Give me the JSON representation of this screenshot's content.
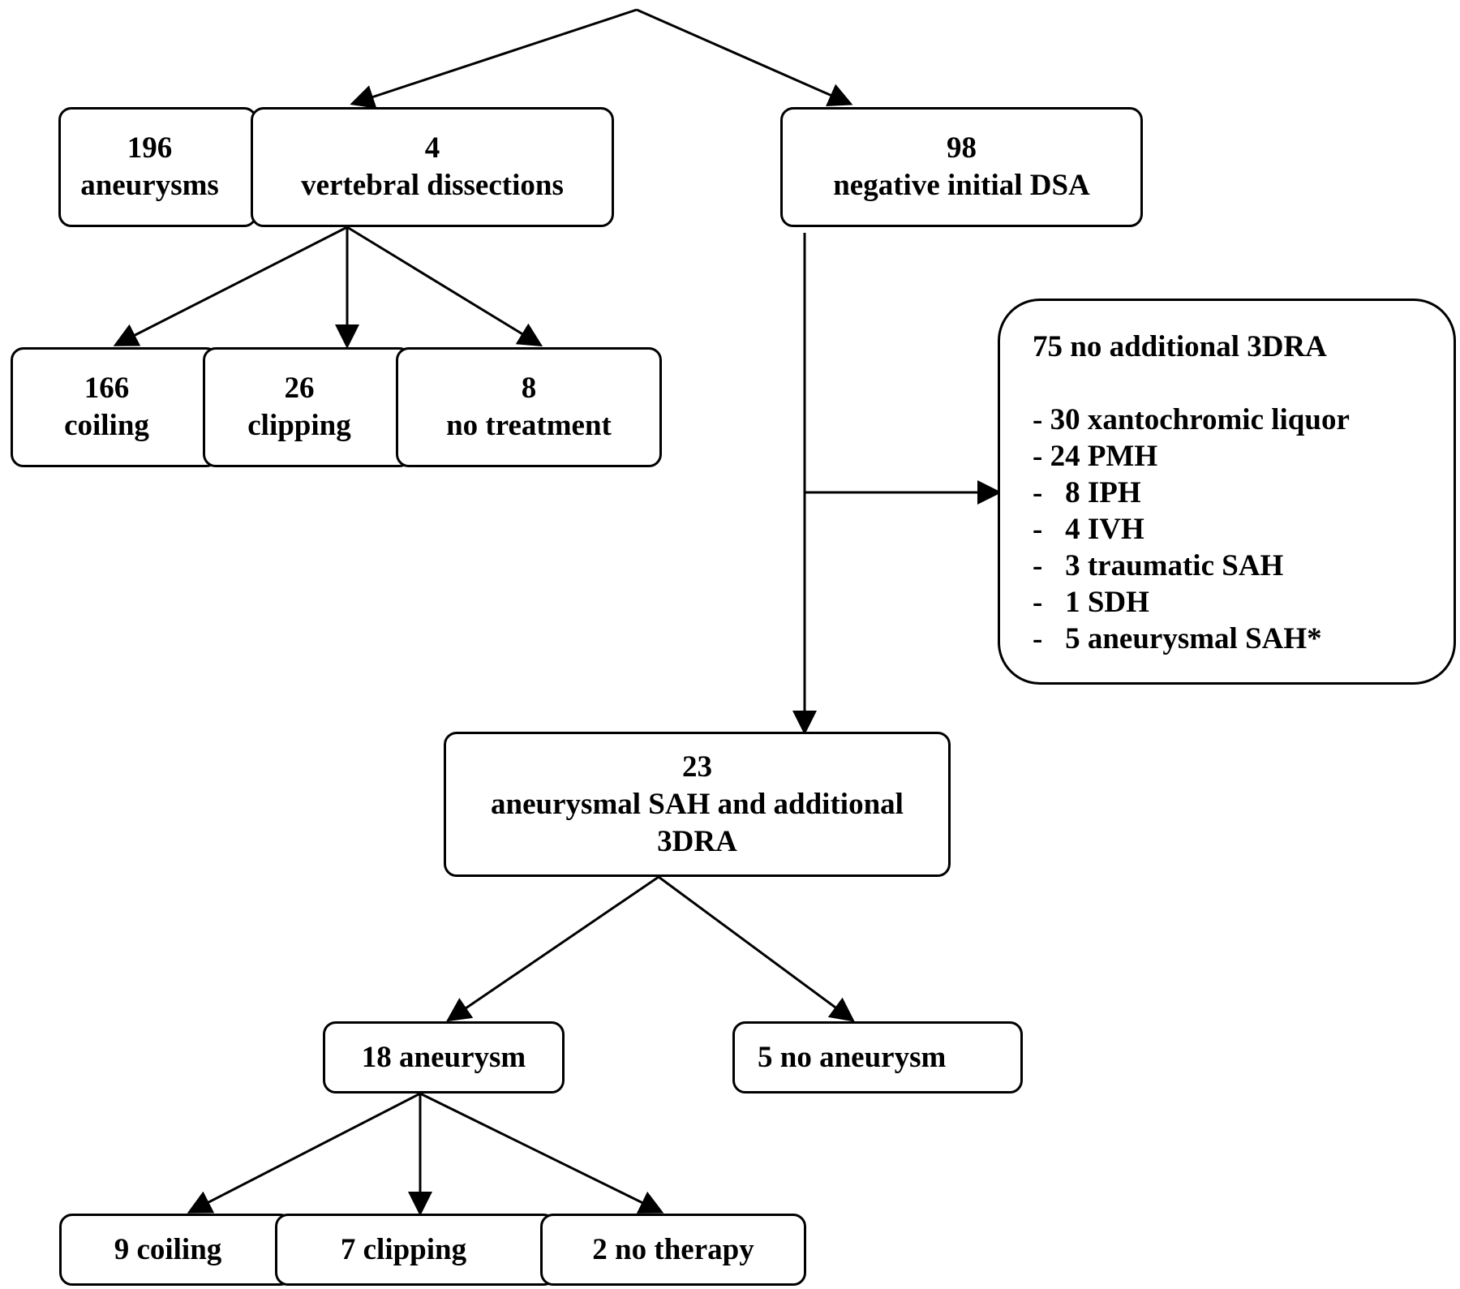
{
  "diagram": {
    "initial": {
      "aneurysms": {
        "count": "196",
        "label": "aneurysms"
      },
      "vertebral": {
        "count": "4",
        "label": "vertebral dissections"
      },
      "negative": {
        "count": "98",
        "label": "negative initial DSA"
      }
    },
    "initial_treatment": {
      "coiling": {
        "count": "166",
        "label": "coiling"
      },
      "clipping": {
        "count": "26",
        "label": "clipping"
      },
      "none": {
        "count": "8",
        "label": "no treatment"
      }
    },
    "no_3dra": {
      "title": "75 no additional 3DRA",
      "items": [
        "- 30 xantochromic liquor",
        "- 24 PMH",
        "-   8 IPH",
        "-   4 IVH",
        "-   3 traumatic SAH",
        "-   1 SDH",
        "-   5 aneurysmal SAH*"
      ]
    },
    "additional_3dra": {
      "count": "23",
      "line1": "aneurysmal SAH and additional",
      "line2": "3DRA"
    },
    "aneurysm_found": {
      "label": "18 aneurysm"
    },
    "no_aneurysm": {
      "label": "5 no aneurysm"
    },
    "final_treatment": {
      "coiling": "9 coiling",
      "clipping": "7 clipping",
      "none": "2 no therapy"
    }
  }
}
